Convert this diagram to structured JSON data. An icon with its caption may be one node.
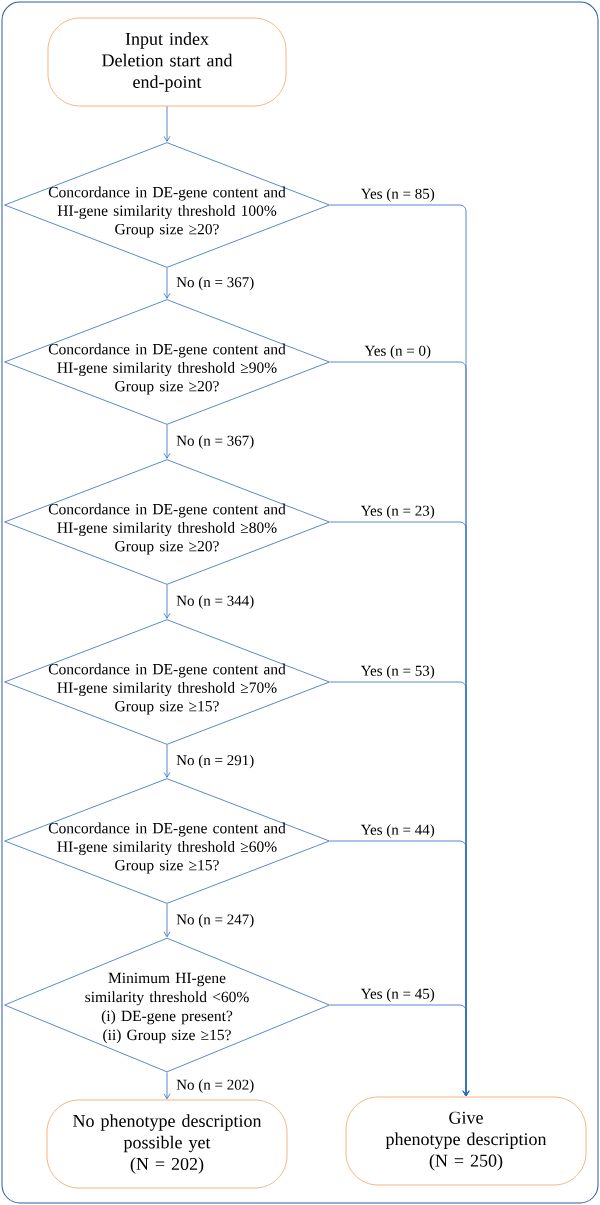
{
  "diagram": {
    "nodes": [
      {
        "text": [
          "Input index",
          "Deletion start and end-point"
        ]
      },
      {
        "text": [
          "Concordance in DE-gene content and HI-gene similarity threshold 100%",
          "Group size ≥20?"
        ]
      },
      {
        "text": [
          "Concordance in DE-gene content and HI-gene similarity threshold ≥90%",
          "Group size ≥20?"
        ]
      },
      {
        "text": [
          "Concordance in DE-gene content and HI-gene similarity threshold ≥80%",
          "Group size ≥20?"
        ]
      },
      {
        "text": [
          "Concordance in DE-gene content and HI-gene similarity threshold ≥70%",
          "Group size ≥15?"
        ]
      },
      {
        "text": [
          "Concordance in DE-gene content and HI-gene similarity threshold ≥60%",
          "Group size ≥15?"
        ]
      },
      {
        "text": [
          "Minimum HI-gene similarity threshold <60%",
          "(i) DE-gene present?",
          "(ii) Group size ≥15?"
        ]
      },
      {
        "text": [
          "No phenotype description possible yet",
          "(N = 202)"
        ]
      },
      {
        "text": [
          "Give",
          "phenotype description",
          "(N = 250)"
        ]
      }
    ],
    "edges": [
      {
        "from": 0,
        "to": 1,
        "arrow": "to"
      },
      {
        "from": 1,
        "to": 8,
        "arrow": "to",
        "label": "Yes (n = 85)"
      },
      {
        "from": 1,
        "to": 2,
        "arrow": "to",
        "label": "No (n = 367)"
      },
      {
        "from": 2,
        "to": 8,
        "arrow": "to",
        "label": "Yes (n = 0)"
      },
      {
        "from": 2,
        "to": 3,
        "arrow": "to",
        "label": "No (n = 367)"
      },
      {
        "from": 3,
        "to": 8,
        "arrow": "to",
        "label": "Yes (n = 23)"
      },
      {
        "from": 3,
        "to": 4,
        "arrow": "to",
        "label": "No (n = 344)"
      },
      {
        "from": 4,
        "to": 8,
        "arrow": "to",
        "label": "Yes (n = 53)"
      },
      {
        "from": 4,
        "to": 5,
        "arrow": "to",
        "label": "No (n = 291)"
      },
      {
        "from": 5,
        "to": 8,
        "arrow": "to",
        "label": "Yes (n = 44)"
      },
      {
        "from": 5,
        "to": 6,
        "arrow": "to",
        "label": "No (n = 247)"
      },
      {
        "from": 6,
        "to": 8,
        "arrow": "to",
        "label": "Yes (n = 45)"
      },
      {
        "from": 6,
        "to": 7,
        "arrow": "to",
        "label": "No (n = 202)"
      }
    ]
  }
}
